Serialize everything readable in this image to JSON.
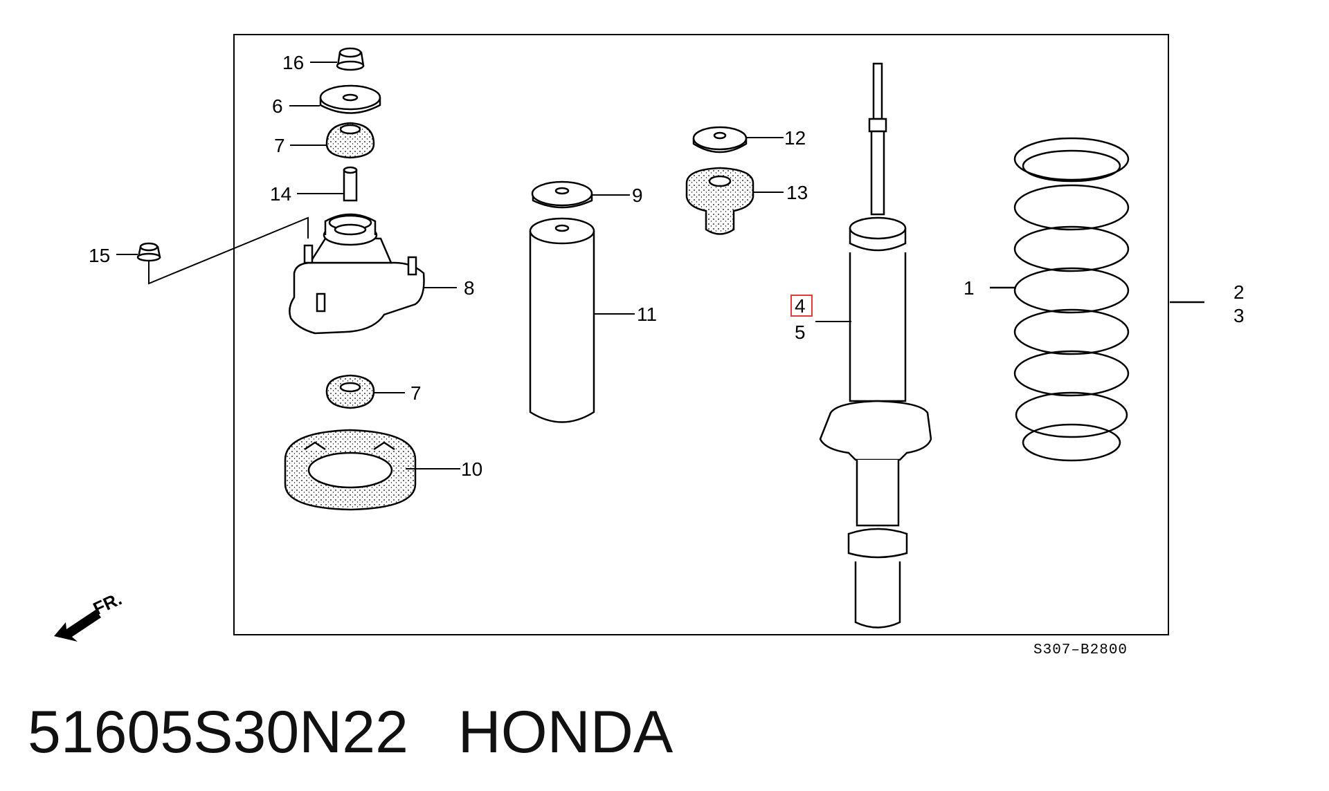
{
  "diagram": {
    "callouts": {
      "n16": "16",
      "n6": "6",
      "n7a": "7",
      "n14": "14",
      "n15": "15",
      "n8": "8",
      "n7b": "7",
      "n10": "10",
      "n9": "9",
      "n11": "11",
      "n12": "12",
      "n13": "13",
      "n4": "4",
      "n5": "5",
      "n1": "1",
      "n2": "2",
      "n3": "3"
    },
    "front_marker": "FR.",
    "drawing_code": "S307–B2800",
    "highlight_color": "#e53935"
  },
  "caption": {
    "part_number": "51605S30N22",
    "brand": "HONDA"
  }
}
